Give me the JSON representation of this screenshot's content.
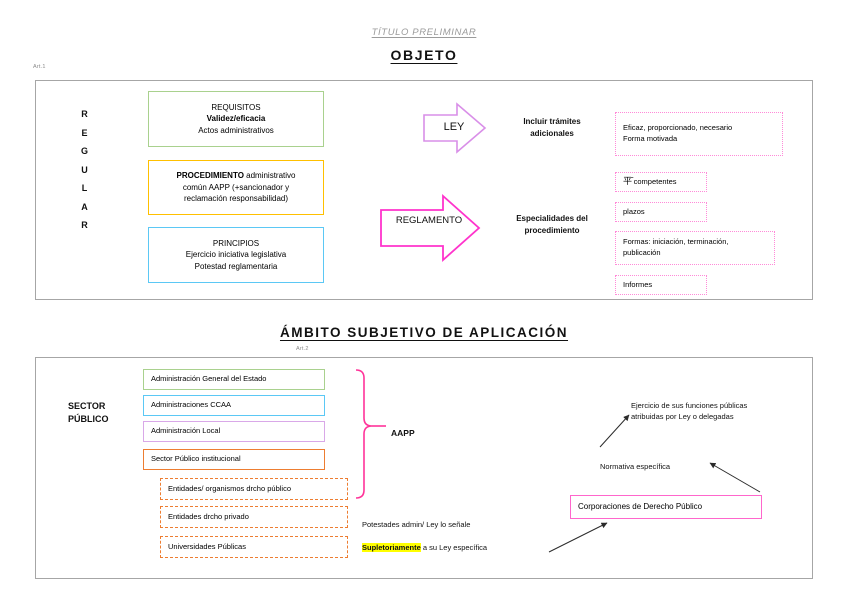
{
  "document": {
    "pretitle": "TÍTULO PRELIMINAR",
    "main_title": "OBJETO",
    "section2_title": "ÁMBITO SUBJETIVO DE APLICACIÓN",
    "art1_label": "Art.1",
    "art2_label": "Art.2"
  },
  "colors": {
    "frame_gray": "#a6a6a6",
    "green": "#a9d18e",
    "amber": "#ffc000",
    "blue": "#5bc8f5",
    "violet": "#d9a8e8",
    "orange": "#ed7d31",
    "pink": "#ff66cc",
    "dotted_pink": "#ff8ad8",
    "ley_arrow": "#d98fe8",
    "reglamento_arrow": "#ff33cc",
    "highlight_yellow": "#ffff00",
    "pretitle_gray": "#9b9b9b"
  },
  "section1": {
    "vertical_word": [
      "R",
      "E",
      "G",
      "U",
      "L",
      "A",
      "R"
    ],
    "boxes": [
      {
        "id": "requisitos",
        "color": "green",
        "lines": [
          {
            "text": "REQUISITOS",
            "bold": false
          },
          {
            "text": "Validez/eficacia",
            "bold": true
          },
          {
            "text": "Actos administrativos",
            "bold": false
          }
        ]
      },
      {
        "id": "procedimiento",
        "color": "amber",
        "lines": [
          {
            "text": "PROCEDIMIENTO administrativo",
            "bold_prefix": "PROCEDIMIENTO"
          },
          {
            "text": "común AAPP (+sancionador y",
            "bold_prefix": ""
          },
          {
            "text": "reclamación responsabilidad)",
            "bold_prefix": ""
          }
        ]
      },
      {
        "id": "principios",
        "color": "blue",
        "lines": [
          {
            "text": "PRINCIPIOS",
            "bold": false
          },
          {
            "text": "Ejercicio iniciativa legislativa",
            "bold": false
          },
          {
            "text": "Potestad reglamentaria",
            "bold": false
          }
        ]
      }
    ],
    "arrows": [
      {
        "id": "ley",
        "label": "LEY",
        "color": "#d98fe8"
      },
      {
        "id": "reglamento",
        "label": "REGLAMENTO",
        "color": "#ff33cc"
      }
    ],
    "arrow_targets": [
      {
        "id": "ley-target",
        "lines": [
          "Incluir trámites",
          "adicionales"
        ]
      },
      {
        "id": "reglamento-target",
        "lines": [
          "Especialidades del",
          "procedimiento"
        ]
      }
    ],
    "ley_details": [
      {
        "id": "eficaz",
        "lines": [
          "Eficaz, proporcionado, necesario",
          "Forma motivada"
        ]
      }
    ],
    "reglamento_details": [
      {
        "id": "organos-competentes",
        "symbol": "órganos-abbrev",
        "lines": [
          "competentes"
        ]
      },
      {
        "id": "plazos",
        "lines": [
          "plazos"
        ]
      },
      {
        "id": "formas",
        "lines": [
          "Formas: iniciación, terminación,",
          "publicación"
        ]
      },
      {
        "id": "informes",
        "lines": [
          "Informes"
        ]
      }
    ]
  },
  "section2": {
    "sector_label": [
      "SECTOR",
      "PÚBLICO"
    ],
    "solid_boxes": [
      {
        "id": "age",
        "color": "green",
        "text": "Administración General del Estado"
      },
      {
        "id": "ccaa",
        "color": "blue",
        "text": "Administraciones CCAA"
      },
      {
        "id": "local",
        "color": "violet",
        "text": "Administración Local"
      },
      {
        "id": "institucional",
        "color": "orange",
        "text": "Sector Público institucional"
      }
    ],
    "dashed_boxes": [
      {
        "id": "entidades-publico",
        "text": "Entidades/ organismos drcho público"
      },
      {
        "id": "entidades-privado",
        "text": "Entidades drcho privado"
      },
      {
        "id": "universidades",
        "text": "Universidades Públicas"
      }
    ],
    "brace_label": "AAPP",
    "notes": [
      {
        "id": "potestades",
        "text": "Potestades admin/ Ley lo señale",
        "highlight": ""
      },
      {
        "id": "supletoriamente",
        "highlight_word": "Supletoriamente",
        "rest": " a su Ley específica"
      }
    ],
    "right_side": {
      "funciones_lines": [
        "Ejercicio de sus funciones públicas",
        "atribuidas por Ley o delegadas"
      ],
      "normativa": "Normativa específica",
      "corporaciones": "Corporaciones de Derecho Público"
    }
  }
}
